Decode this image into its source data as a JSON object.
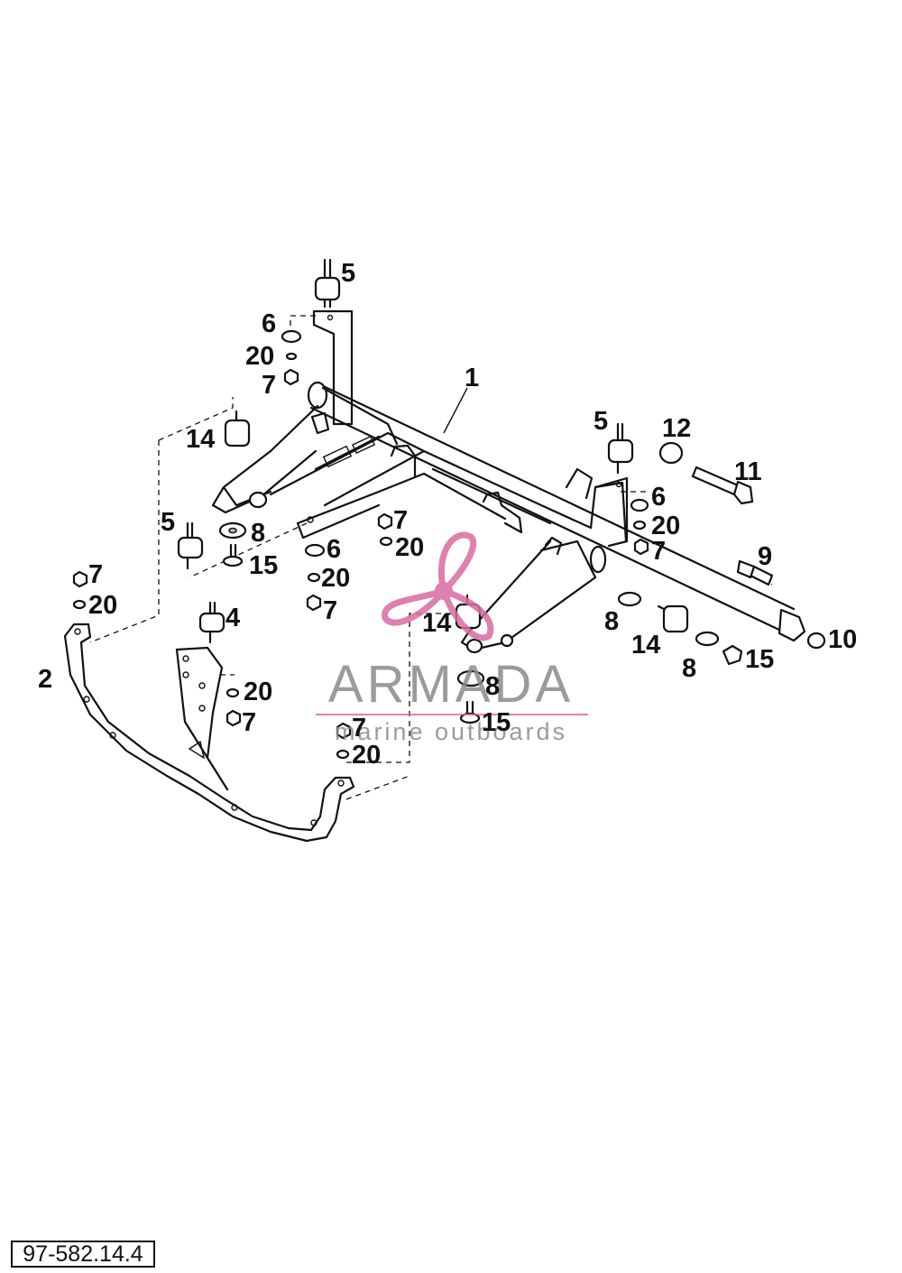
{
  "diagram": {
    "figure_id": "97-582.14.4",
    "watermark": {
      "brand": "ARMADA",
      "tagline": "marine outboards"
    },
    "callouts": [
      {
        "id": "c1",
        "text": "1"
      },
      {
        "id": "c2",
        "text": "2"
      },
      {
        "id": "c4",
        "text": "4"
      },
      {
        "id": "c5a",
        "text": "5"
      },
      {
        "id": "c5b",
        "text": "5"
      },
      {
        "id": "c5c",
        "text": "5"
      },
      {
        "id": "c6a",
        "text": "6"
      },
      {
        "id": "c6b",
        "text": "6"
      },
      {
        "id": "c6c",
        "text": "6"
      },
      {
        "id": "c7a",
        "text": "7"
      },
      {
        "id": "c7b",
        "text": "7"
      },
      {
        "id": "c7c",
        "text": "7"
      },
      {
        "id": "c7d",
        "text": "7"
      },
      {
        "id": "c7e",
        "text": "7"
      },
      {
        "id": "c7f",
        "text": "7"
      },
      {
        "id": "c7g",
        "text": "7"
      },
      {
        "id": "c8a",
        "text": "8"
      },
      {
        "id": "c8b",
        "text": "8"
      },
      {
        "id": "c8c",
        "text": "8"
      },
      {
        "id": "c8d",
        "text": "8"
      },
      {
        "id": "c9",
        "text": "9"
      },
      {
        "id": "c10",
        "text": "10"
      },
      {
        "id": "c11",
        "text": "11"
      },
      {
        "id": "c12",
        "text": "12"
      },
      {
        "id": "c14a",
        "text": "14"
      },
      {
        "id": "c14b",
        "text": "14"
      },
      {
        "id": "c14c",
        "text": "14"
      },
      {
        "id": "c15a",
        "text": "15"
      },
      {
        "id": "c15b",
        "text": "15"
      },
      {
        "id": "c15c",
        "text": "15"
      },
      {
        "id": "c20a",
        "text": "20"
      },
      {
        "id": "c20b",
        "text": "20"
      },
      {
        "id": "c20c",
        "text": "20"
      },
      {
        "id": "c20d",
        "text": "20"
      },
      {
        "id": "c20e",
        "text": "20"
      },
      {
        "id": "c20f",
        "text": "20"
      },
      {
        "id": "c20g",
        "text": "20"
      }
    ]
  }
}
